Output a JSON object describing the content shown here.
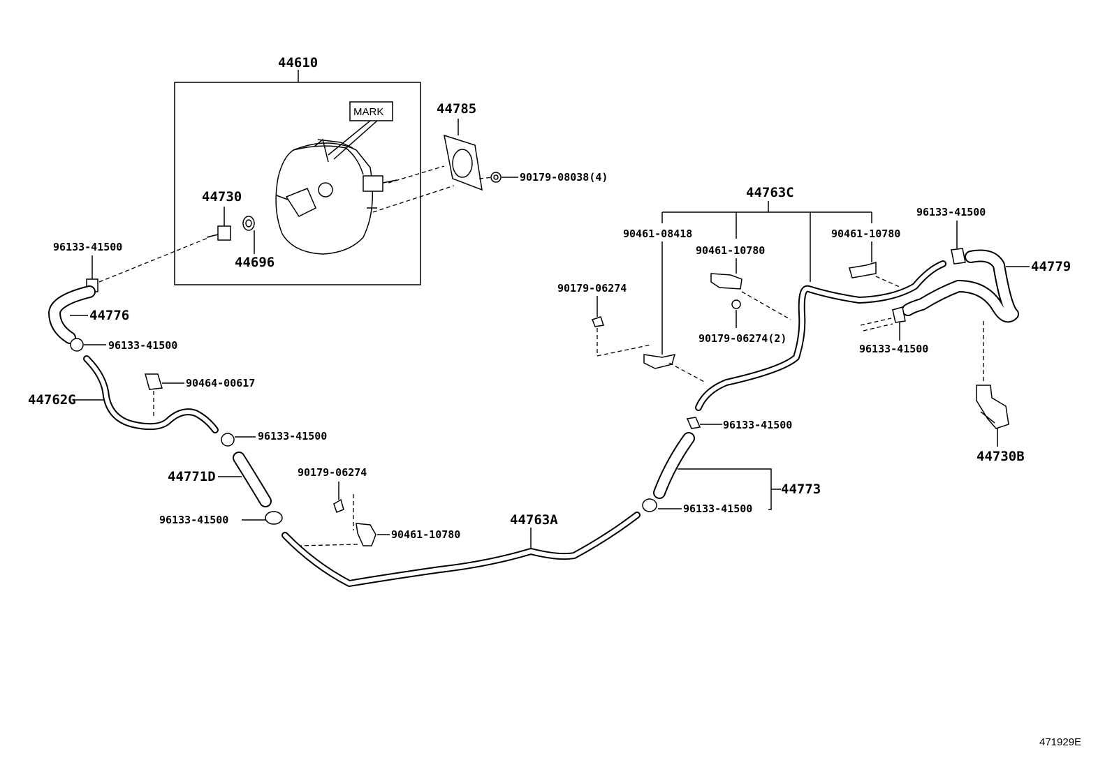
{
  "diagram": {
    "image_id": "471929E",
    "mark_label": "MARK",
    "labels": {
      "l_44610": "44610",
      "l_44785": "44785",
      "l_90179_08038": "90179-08038(4)",
      "l_44730": "44730",
      "l_44696": "44696",
      "l_96133_a": "96133-41500",
      "l_44776": "44776",
      "l_96133_b": "96133-41500",
      "l_44762G": "44762G",
      "l_90464_00617": "90464-00617",
      "l_96133_c": "96133-41500",
      "l_44771D": "44771D",
      "l_96133_d": "96133-41500",
      "l_90179_06274_a": "90179-06274",
      "l_90461_10780_a": "90461-10780",
      "l_44763A": "44763A",
      "l_44763C": "44763C",
      "l_90461_08418": "90461-08418",
      "l_90461_10780_b": "90461-10780",
      "l_90461_10780_c": "90461-10780",
      "l_90179_06274_b": "90179-06274",
      "l_90179_06274_c": "90179-06274(2)",
      "l_96133_e": "96133-41500",
      "l_44779": "44779",
      "l_96133_f": "96133-41500",
      "l_44730B": "44730B",
      "l_96133_g": "96133-41500",
      "l_44773": "44773",
      "l_96133_h": "96133-41500"
    }
  }
}
